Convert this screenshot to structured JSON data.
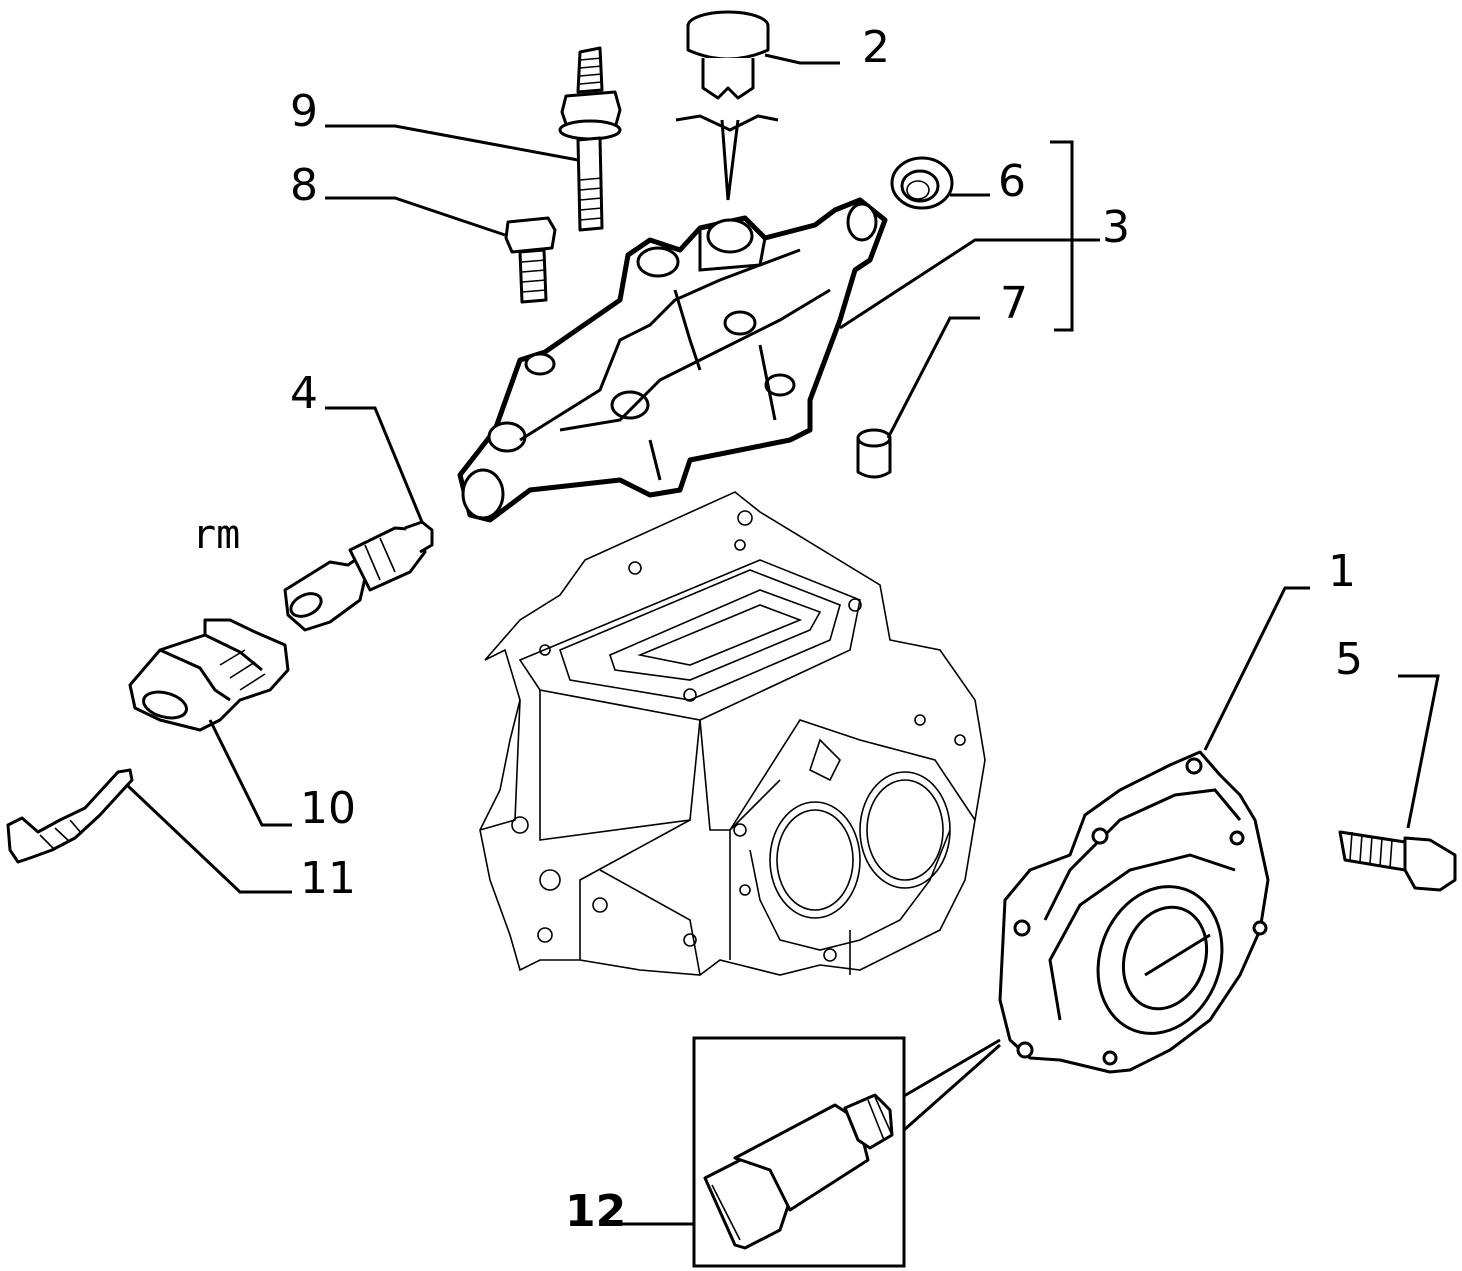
{
  "callouts": {
    "c1": "1",
    "c2": "2",
    "c3": "3",
    "c4": "4",
    "c5": "5",
    "c6": "6",
    "c7": "7",
    "c8": "8",
    "c9": "9",
    "c10": "10",
    "c11": "11",
    "c12": "12",
    "rm": "rm"
  }
}
